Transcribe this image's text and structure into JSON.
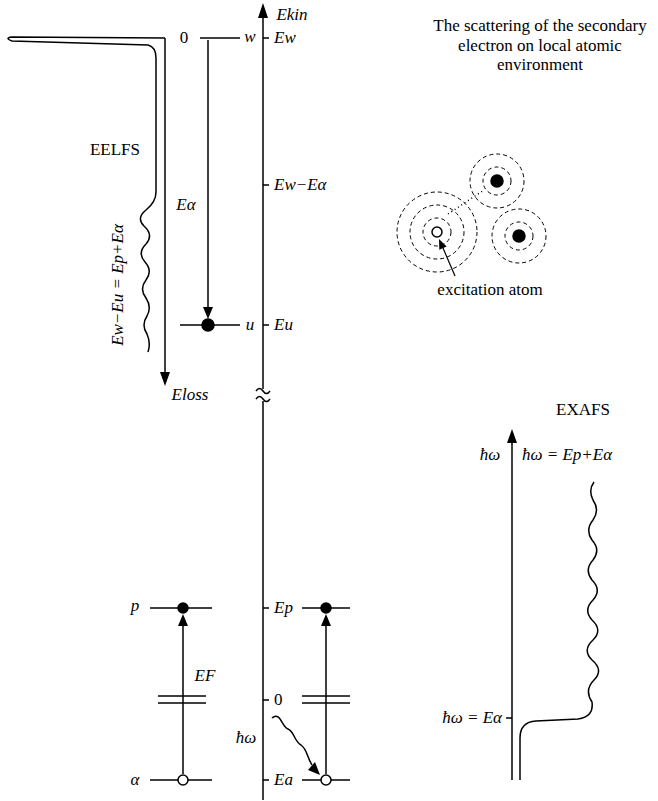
{
  "diagram": {
    "labels": [
      "Ekin",
      "0",
      "w",
      "Ew",
      "The scattering of the secondary electron on local atomic environment",
      "EELFS",
      "Eα",
      "Ew−Eα",
      "excitation atom",
      "u",
      "Eu",
      "Ew−Eu = Ep+Eα",
      "Eloss",
      "EXAFS",
      "ħω",
      "ħω = Ep+Eα",
      "p",
      "Ep",
      "EF",
      "0",
      "ħω = Eα",
      "ħω",
      "α",
      "Ea"
    ]
  }
}
